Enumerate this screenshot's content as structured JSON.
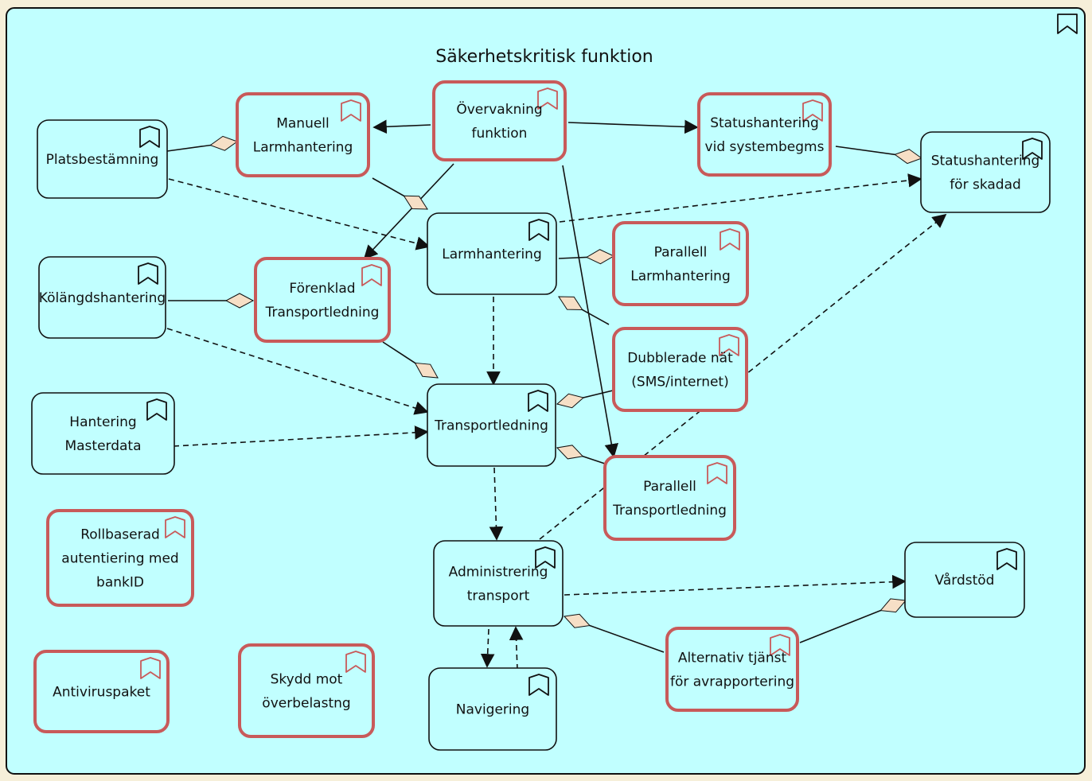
{
  "diagram": {
    "title": "Säkerhetskritisk funktion",
    "colors": {
      "background": "#c1ffff",
      "critical_border": "#c85a5a",
      "normal_border": "#111111",
      "diamond_fill": "#f6dfc6"
    },
    "icon": "function-bookmark-icon",
    "nodes": [
      {
        "id": "overvakning",
        "lines": [
          "Övervakning",
          "funktion"
        ],
        "critical": true
      },
      {
        "id": "manuell",
        "lines": [
          "Manuell",
          "Larmhantering"
        ],
        "critical": true
      },
      {
        "id": "statushantering-sys",
        "lines": [
          "Statushantering",
          "vid systembegms"
        ],
        "critical": true
      },
      {
        "id": "platsbestamning",
        "lines": [
          "Platsbestämning"
        ],
        "critical": false
      },
      {
        "id": "statushantering-skadad",
        "lines": [
          "Statushantering",
          "för skadad"
        ],
        "critical": false
      },
      {
        "id": "larmhantering",
        "lines": [
          "Larmhantering"
        ],
        "critical": false
      },
      {
        "id": "parallell-larm",
        "lines": [
          "Parallell",
          "Larmhantering"
        ],
        "critical": true
      },
      {
        "id": "kolangd",
        "lines": [
          "Kölängdshantering"
        ],
        "critical": false
      },
      {
        "id": "forenklad",
        "lines": [
          "Förenklad",
          "Transportledning"
        ],
        "critical": true
      },
      {
        "id": "dubblerade",
        "lines": [
          "Dubblerade nät",
          "(SMS/internet)"
        ],
        "critical": true
      },
      {
        "id": "masterdata",
        "lines": [
          "Hantering",
          "Masterdata"
        ],
        "critical": false
      },
      {
        "id": "transportledning",
        "lines": [
          "Transportledning"
        ],
        "critical": false
      },
      {
        "id": "parallell-transport",
        "lines": [
          "Parallell",
          "Transportledning"
        ],
        "critical": true
      },
      {
        "id": "rollbaserad",
        "lines": [
          "Rollbaserad",
          "autentiering med",
          "bankID"
        ],
        "critical": true
      },
      {
        "id": "administrering",
        "lines": [
          "Administrering",
          "transport"
        ],
        "critical": false
      },
      {
        "id": "vardstod",
        "lines": [
          "Vårdstöd"
        ],
        "critical": false
      },
      {
        "id": "antivirus",
        "lines": [
          "Antiviruspaket"
        ],
        "critical": true
      },
      {
        "id": "skydd",
        "lines": [
          "Skydd mot",
          "överbelastng"
        ],
        "critical": true
      },
      {
        "id": "navigering",
        "lines": [
          "Navigering"
        ],
        "critical": false
      },
      {
        "id": "alternativ",
        "lines": [
          "Alternativ tjänst",
          "för avrapportering"
        ],
        "critical": true
      }
    ],
    "connections": [
      {
        "from": "overvakning",
        "to": "manuell",
        "kind": "trigger"
      },
      {
        "from": "overvakning",
        "to": "statushantering-sys",
        "kind": "trigger"
      },
      {
        "from": "overvakning",
        "to": "forenklad",
        "kind": "trigger"
      },
      {
        "from": "overvakning",
        "to": "parallell-transport",
        "kind": "trigger"
      },
      {
        "from": "platsbestamning",
        "to": "manuell",
        "kind": "aggregation"
      },
      {
        "from": "statushantering-sys",
        "to": "statushantering-skadad",
        "kind": "aggregation"
      },
      {
        "from": "manuell",
        "to": "larmhantering",
        "kind": "aggregation"
      },
      {
        "from": "platsbestamning",
        "to": "larmhantering",
        "kind": "flow"
      },
      {
        "from": "larmhantering",
        "to": "statushantering-skadad",
        "kind": "flow"
      },
      {
        "from": "parallell-larm",
        "to": "larmhantering",
        "kind": "aggregation"
      },
      {
        "from": "dubblerade",
        "to": "larmhantering",
        "kind": "aggregation"
      },
      {
        "from": "kolangd",
        "to": "forenklad",
        "kind": "aggregation"
      },
      {
        "from": "kolangd",
        "to": "transportledning",
        "kind": "flow"
      },
      {
        "from": "forenklad",
        "to": "transportledning",
        "kind": "aggregation"
      },
      {
        "from": "larmhantering",
        "to": "transportledning",
        "kind": "flow"
      },
      {
        "from": "dubblerade",
        "to": "transportledning",
        "kind": "aggregation"
      },
      {
        "from": "masterdata",
        "to": "transportledning",
        "kind": "flow"
      },
      {
        "from": "parallell-transport",
        "to": "transportledning",
        "kind": "aggregation"
      },
      {
        "from": "transportledning",
        "to": "administrering",
        "kind": "flow"
      },
      {
        "from": "administrering",
        "to": "statushantering-skadad",
        "kind": "flow"
      },
      {
        "from": "administrering",
        "to": "vardstod",
        "kind": "flow"
      },
      {
        "from": "alternativ",
        "to": "administrering",
        "kind": "aggregation"
      },
      {
        "from": "alternativ",
        "to": "vardstod",
        "kind": "aggregation"
      },
      {
        "from": "administrering",
        "to": "navigering",
        "kind": "flow"
      },
      {
        "from": "navigering",
        "to": "administrering",
        "kind": "flow"
      }
    ]
  }
}
